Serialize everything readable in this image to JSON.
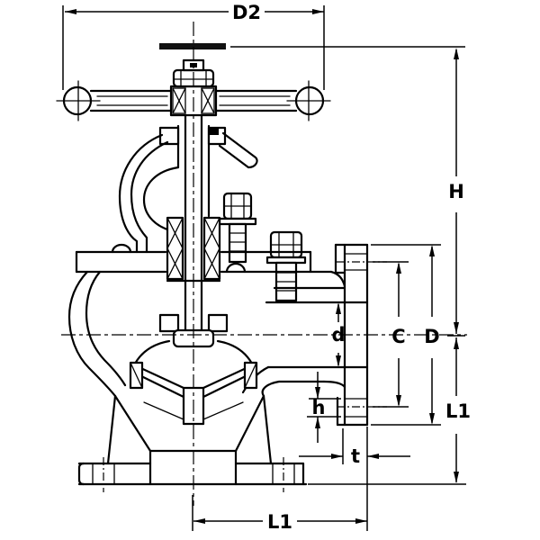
{
  "drawing": {
    "colors": {
      "line": "#000000",
      "background": "#ffffff"
    }
  },
  "dims": {
    "d2": "D2",
    "h_overall": "H",
    "flange_od": "D",
    "bolt_circle": "C",
    "bore": "d",
    "bolt_hole": "h",
    "flange_thickness": "t",
    "l1_side": "L1",
    "l1_bottom": "L1"
  }
}
